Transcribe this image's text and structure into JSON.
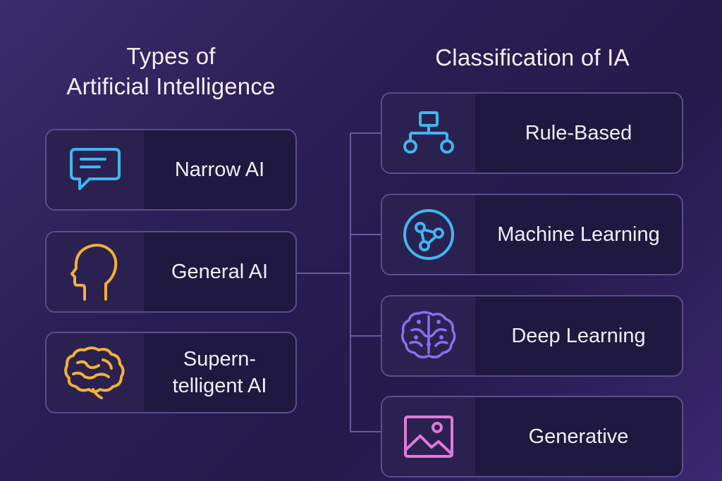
{
  "left": {
    "title_line1": "Types of",
    "title_line2": "Artificial Intelligence",
    "items": [
      {
        "label": "Narrow AI",
        "icon": "chat-bubble-icon",
        "color": "#3fb6f0"
      },
      {
        "label": "General AI",
        "icon": "head-profile-icon",
        "color": "#f2b035"
      },
      {
        "label_line1": "Supern-",
        "label_line2": "telligent AI",
        "icon": "brain-icon",
        "color": "#f2b035"
      }
    ]
  },
  "right": {
    "title": "Classification of IA",
    "items": [
      {
        "label": "Rule-Based",
        "icon": "flowchart-icon",
        "color": "#3fb6f0"
      },
      {
        "label": "Machine Learning",
        "icon": "network-nodes-icon",
        "color": "#3fb6f0"
      },
      {
        "label": "Deep Learning",
        "icon": "neural-brain-icon",
        "color": "#8a6df0"
      },
      {
        "label": "Generative",
        "icon": "image-icon",
        "color": "#e07ad8"
      }
    ]
  }
}
